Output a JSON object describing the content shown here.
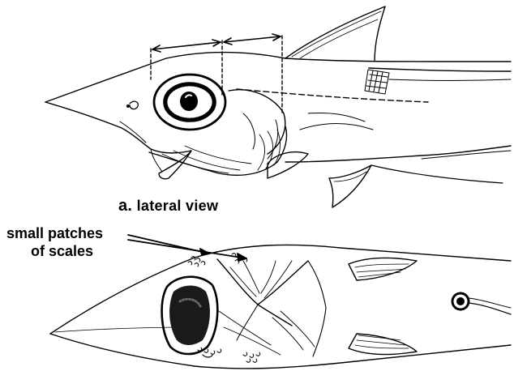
{
  "figure": {
    "panel_a_letter": "a.",
    "panel_a_text": "lateral view",
    "annotation_line1": "small patches",
    "annotation_line2": "of scales"
  },
  "colors": {
    "ink": "#000000",
    "background": "#ffffff"
  }
}
